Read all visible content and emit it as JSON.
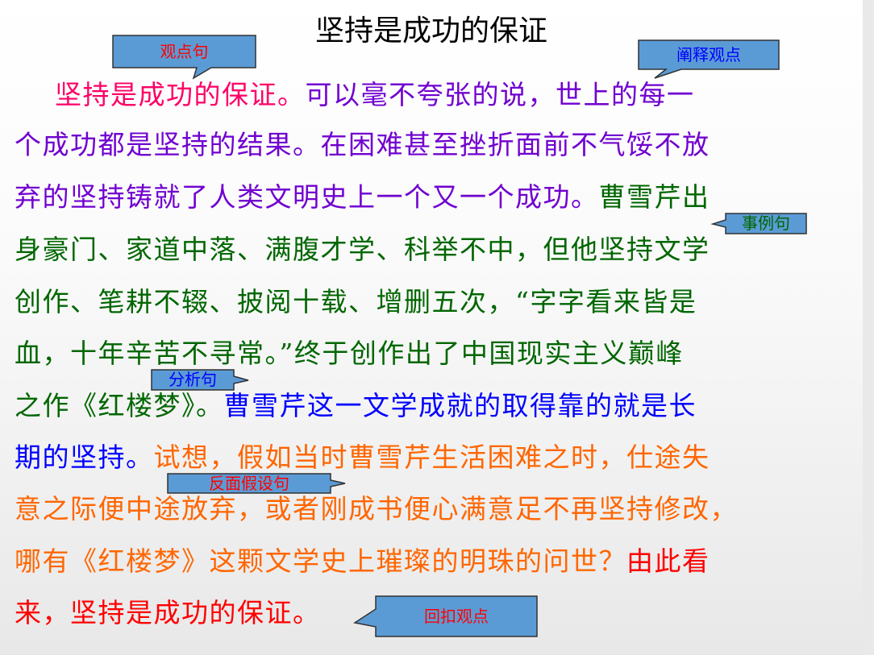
{
  "title": "坚持是成功的保证",
  "colors": {
    "pink": "#ff0066",
    "purple": "#7000d0",
    "green": "#006600",
    "blue": "#0000ff",
    "orange": "#ff6600",
    "red": "#ff0000",
    "callout_fill": "#5b9bd5"
  },
  "lines": [
    [
      {
        "t": "坚持是成功的保证。",
        "c": "pink"
      },
      {
        "t": "可以毫不夸张的说，世上的每一",
        "c": "purple"
      }
    ],
    [
      {
        "t": "个成功都是坚持的结果。在困难甚至挫折面前不气馁不放",
        "c": "purple"
      }
    ],
    [
      {
        "t": "弃的坚持铸就了人类文明史上一个又一个成功。",
        "c": "purple"
      },
      {
        "t": "曹雪芹出",
        "c": "green"
      }
    ],
    [
      {
        "t": "身豪门、家道中落、满腹才学、科举不中，但他坚持文学",
        "c": "green"
      }
    ],
    [
      {
        "t": "创作、笔耕不辍、披阅十载、增删五次，“字字看来皆是",
        "c": "green"
      }
    ],
    [
      {
        "t": "血，十年辛苦不寻常。”终于创作出了中国现实主义巅峰",
        "c": "green"
      }
    ],
    [
      {
        "t": "之作《红楼梦》。",
        "c": "green"
      },
      {
        "t": "曹雪芹这一文学成就的取得靠的就是长",
        "c": "blue"
      }
    ],
    [
      {
        "t": "期的坚持。",
        "c": "blue"
      },
      {
        "t": "试想，假如当时曹雪芹生活困难之时，仕途失",
        "c": "orange"
      }
    ],
    [
      {
        "t": "意之际便中途放弃，或者刚成书便心满意足不再坚持修改，",
        "c": "orange"
      }
    ],
    [
      {
        "t": "哪有《红楼梦》这颗文学史上璀璨的明珠的问世？",
        "c": "orange"
      },
      {
        "t": "由此看",
        "c": "red"
      }
    ],
    [
      {
        "t": "来，坚持是成功的保证。",
        "c": "red"
      }
    ]
  ],
  "callouts": {
    "viewpoint": "观点句",
    "explain": "阐释观点",
    "example": "事例句",
    "analysis": "分析句",
    "counter": "反面假设句",
    "echo": "回扣观点"
  }
}
